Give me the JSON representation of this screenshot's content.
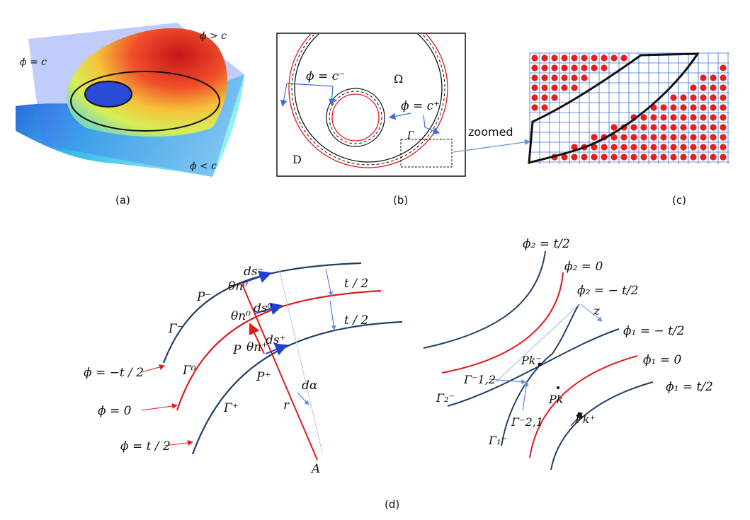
{
  "captions": {
    "a": "(a)",
    "b": "(b)",
    "c": "(c)",
    "d": "(d)"
  },
  "panel_a": {
    "phi_eq_c": "ϕ = c",
    "phi_gt_c": "ϕ > c",
    "phi_lt_c": "ϕ < c"
  },
  "panel_b": {
    "phi_c_minus": "ϕ = c⁻",
    "phi_c_plus": "ϕ = c⁺",
    "omega": "Ω",
    "gamma": "Γ",
    "domain": "D",
    "zoomed": "zoomed"
  },
  "panel_d_left": {
    "theta_n0_top": "θn⁰",
    "ds_minus": "ds⁻",
    "t_half_1": "t / 2",
    "t_half_2": "t / 2",
    "p_minus": "P⁻",
    "theta_n0_mid": "θn⁰",
    "ds_0": "ds⁰",
    "gamma_minus": "Γ⁻",
    "p": "P",
    "theta_n_plus": "θn⁺",
    "ds_plus": "ds⁺",
    "gamma_0": "Γ⁰",
    "p_plus": "P⁺",
    "d_alpha": "dα",
    "r": "r",
    "gamma_plus": "Γ⁺",
    "a": "A",
    "phi_neg": "ϕ = −t / 2",
    "phi_zero": "ϕ = 0",
    "phi_pos": "ϕ = t / 2"
  },
  "panel_d_right": {
    "phi2_pos": "ϕ₂ = t/2",
    "phi2_zero": "ϕ₂ = 0",
    "phi2_neg": "ϕ₂ = − t/2",
    "z": "z",
    "phi1_neg": "ϕ₁ = − t/2",
    "phi1_zero": "ϕ₁ = 0",
    "phi1_pos": "ϕ₁ = t/2",
    "pk_minus": "Pk⁻",
    "pk": "Pk",
    "pk_plus": "Pk⁺",
    "gamma12": "Γ⁻1,2",
    "gamma2": "Γ₂⁻",
    "gamma21": "Γ⁻2,1",
    "gamma1": "Γ₁⁻"
  },
  "colors": {
    "dark_curve": "#1f3f66",
    "red_curve": "#e01b1b",
    "arrow_blue": "#2040d0",
    "grid_blue": "#3b6fd6",
    "dot_red": "#e61e1e"
  }
}
